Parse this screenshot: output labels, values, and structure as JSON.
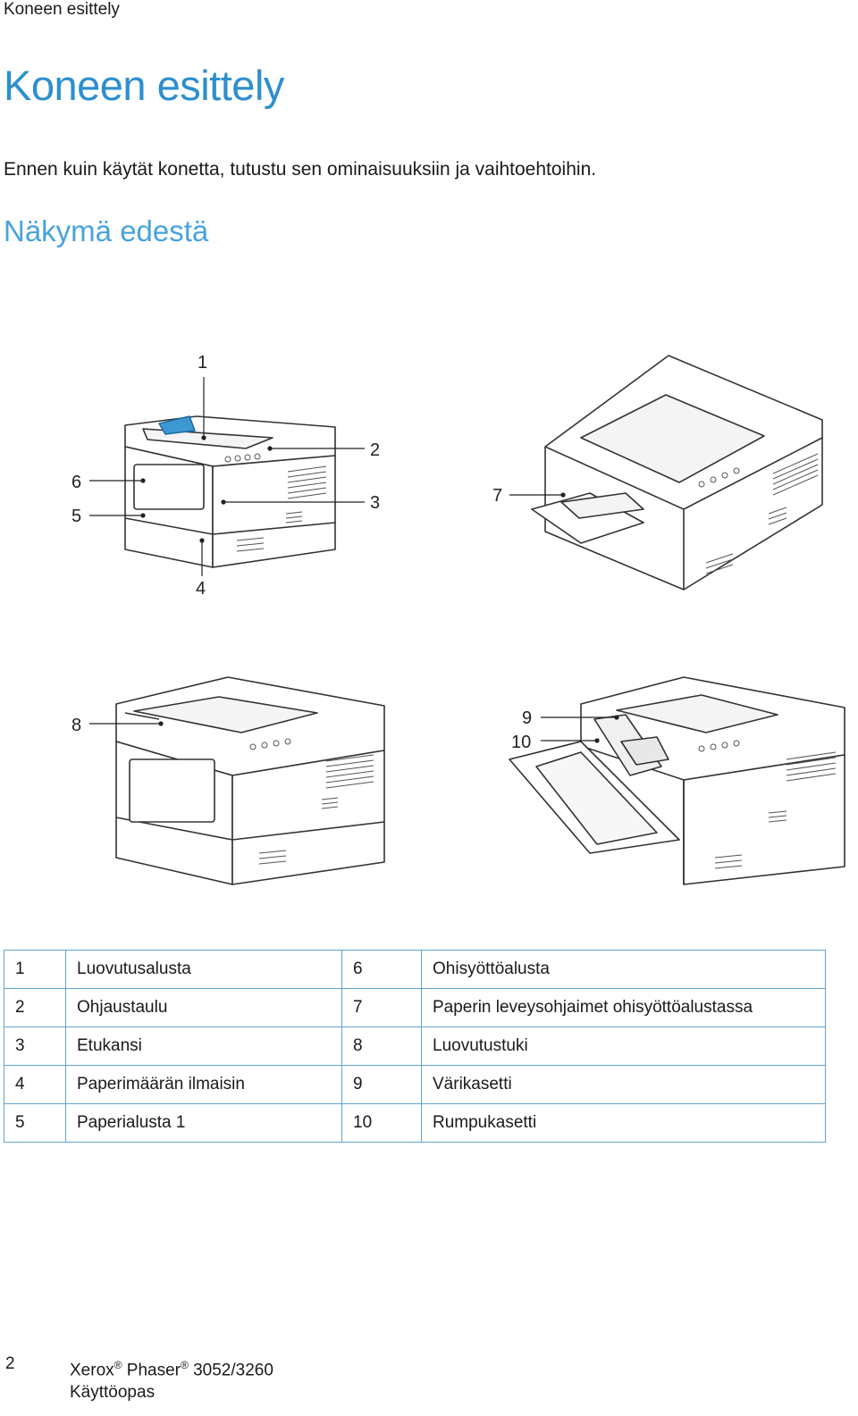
{
  "header": {
    "running_title": "Koneen esittely"
  },
  "page_title": "Koneen esittely",
  "intro": "Ennen kuin käytät konetta, tutustu sen ominaisuuksiin ja vaihtoehtoihin.",
  "section_title": "Näkymä edestä",
  "callouts": [
    "1",
    "2",
    "3",
    "4",
    "5",
    "6",
    "7",
    "8",
    "9",
    "10"
  ],
  "legend": [
    {
      "num_a": "1",
      "label_a": "Luovutusalusta",
      "num_b": "6",
      "label_b": "Ohisyöttöalusta"
    },
    {
      "num_a": "2",
      "label_a": "Ohjaustaulu",
      "num_b": "7",
      "label_b": "Paperin leveysohjaimet ohisyöttöalustassa"
    },
    {
      "num_a": "3",
      "label_a": "Etukansi",
      "num_b": "8",
      "label_b": "Luovutustuki"
    },
    {
      "num_a": "4",
      "label_a": "Paperimäärän ilmaisin",
      "num_b": "9",
      "label_b": "Värikasetti"
    },
    {
      "num_a": "5",
      "label_a": "Paperialusta 1",
      "num_b": "10",
      "label_b": "Rumpukasetti"
    }
  ],
  "footer": {
    "page_number": "2",
    "brand": "Xerox",
    "product": "Phaser",
    "model": "3052/3260",
    "registered_mark": "®",
    "doc_title": "Käyttöopas"
  }
}
